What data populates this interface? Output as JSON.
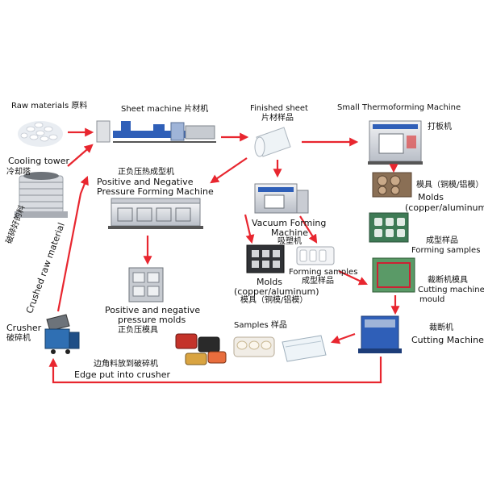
{
  "colors": {
    "arrow": "#e8262f",
    "machine_blue": "#2f5fb8",
    "machine_grey": "#c9ccd3",
    "dark": "#2b2b2b"
  },
  "nodes": {
    "raw_materials": {
      "label": "Raw materials 原料"
    },
    "cooling_tower": {
      "label_en": "Cooling tower",
      "label_zh": "冷却塔"
    },
    "sheet_machine": {
      "label": "Sheet machine 片材机"
    },
    "finished_sheet": {
      "label_en": "Finished sheet",
      "label_zh": "片材样品"
    },
    "small_thermoforming": {
      "label_en": "Small Thermoforming Machine",
      "label_zh": "打板机"
    },
    "positive_negative": {
      "label_zh": "正负压热成型机",
      "label_en_1": "Positive and Negative",
      "label_en_2": "Pressure Forming Machine"
    },
    "vacuum_forming": {
      "label_en_1": "Vacuum Forming",
      "label_en_2": "Machine",
      "label_zh": "吸塑机"
    },
    "molds_small": {
      "label_zh": "模具（铜模/铝模）",
      "label_en_1": "Molds",
      "label_en_2": "(copper/aluminum)"
    },
    "forming_samples_right": {
      "label_zh": "成型样品",
      "label_en": "Forming samples"
    },
    "molds_vacuum": {
      "label_en_1": "Molds",
      "label_en_2": "(copper/aluminum)",
      "label_zh": "模具（铜模/铝模）"
    },
    "forming_samples_mid": {
      "label_en": "Forming samples",
      "label_zh": "成型样品"
    },
    "cutting_mould": {
      "label_zh": "裁断机模具",
      "label_en_1": "Cutting machine",
      "label_en_2": "mould"
    },
    "pn_molds": {
      "label_en_1": "Positive and negative",
      "label_en_2": "pressure molds",
      "label_zh": "正负压模具"
    },
    "samples": {
      "label": "Samples 样品"
    },
    "cutting_machine": {
      "label_zh": "裁断机",
      "label_en": "Cutting Machine"
    },
    "crusher": {
      "label_en": "Crusher",
      "label_zh": "破碎机"
    },
    "edge_note": {
      "label_zh": "边角料放到破碎机",
      "label_en": "Edge put into crusher"
    },
    "crushed_note": {
      "label_zh": "破碎好的料",
      "label_en": "Crushed raw material"
    }
  }
}
